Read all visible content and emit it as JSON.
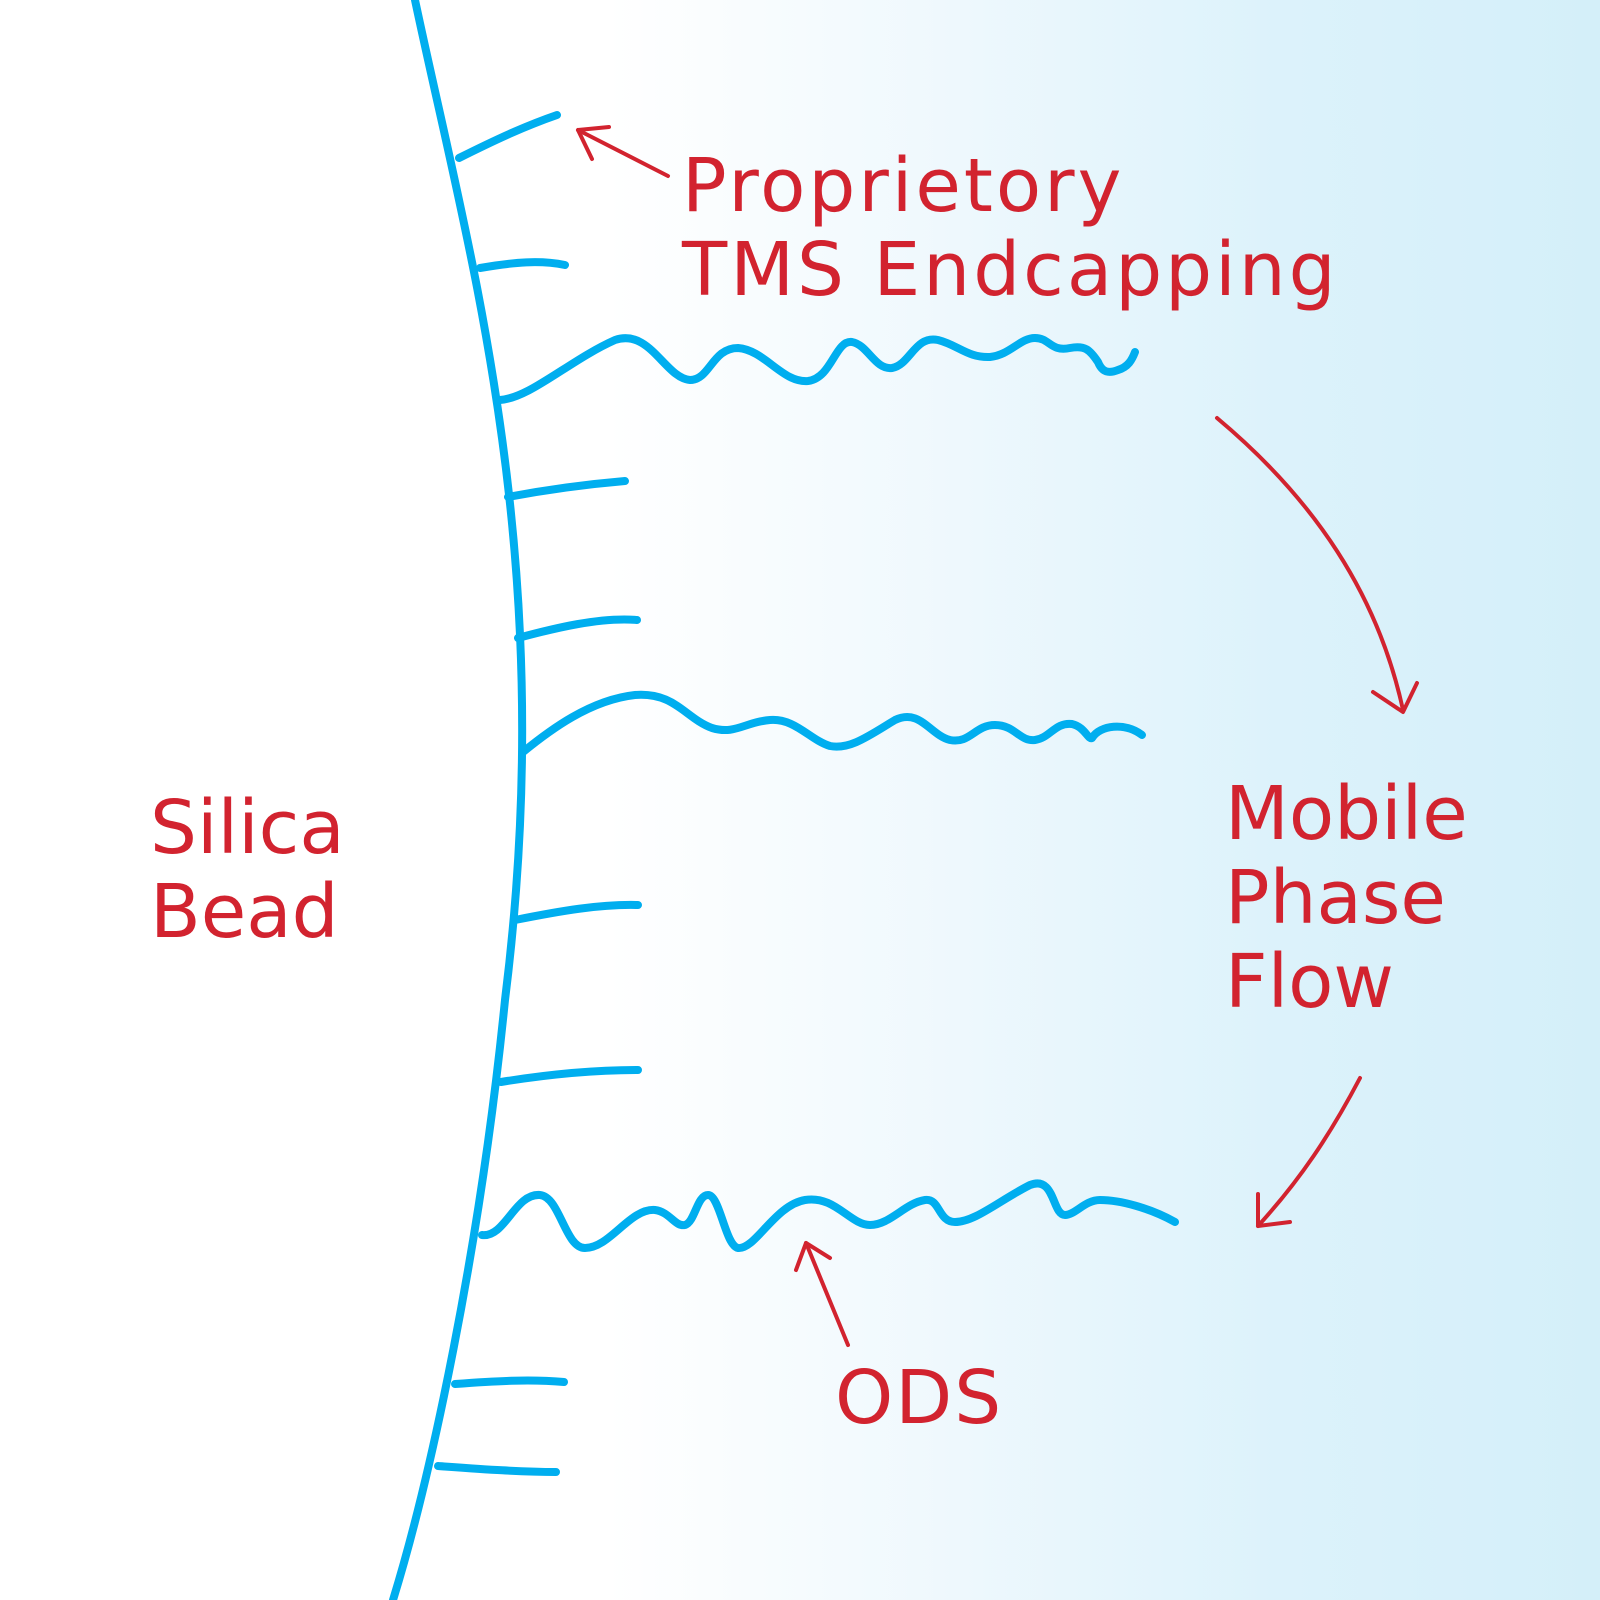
{
  "labels": {
    "silica_bead": [
      "Silica",
      "Bead"
    ],
    "tms_endcapping": [
      "Proprietory",
      "TMS Endcapping"
    ],
    "mobile_phase_flow": [
      "Mobile",
      "Phase",
      "Flow"
    ],
    "ods": "ODS"
  },
  "colors": {
    "chains": "#00aeef",
    "annotations": "#d2232f",
    "mobile_phase_background": "#d4eff9",
    "bead": "#ffffff"
  }
}
